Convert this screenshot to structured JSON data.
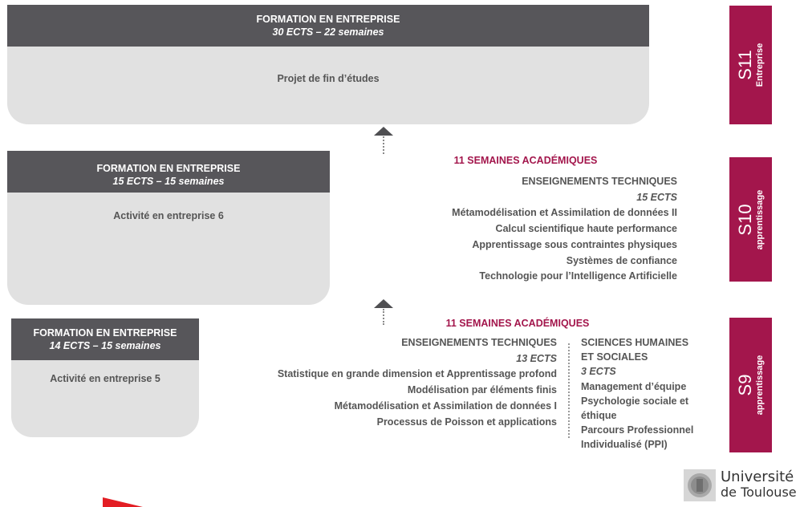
{
  "s11": {
    "header_title": "FORMATION EN ENTREPRISE",
    "header_sub": "30 ECTS – 22 semaines",
    "panel_text": "Projet de fin d’études",
    "sem_code": "S11",
    "sem_sub": "Entreprise"
  },
  "s10": {
    "header_title": "FORMATION EN ENTREPRISE",
    "header_sub": "15 ECTS – 15 semaines",
    "panel_text": "Activité en entreprise 6",
    "weeks": "11 SEMAINES ACADÉMIQUES",
    "tech_title": "ENSEIGNEMENTS TECHNIQUES",
    "tech_ects": "15 ECTS",
    "courses": [
      "Métamodélisation et Assimilation de données II",
      "Calcul scientifique haute performance",
      "Apprentissage sous contraintes physiques",
      "Systèmes de confiance",
      "Technologie pour l’Intelligence Artificielle"
    ],
    "sem_code": "S10",
    "sem_sub": "apprentissage"
  },
  "s9": {
    "header_title": "FORMATION EN ENTREPRISE",
    "header_sub": "14 ECTS – 15 semaines",
    "panel_text": "Activité en entreprise 5",
    "weeks": "11 SEMAINES ACADÉMIQUES",
    "tech_title": "ENSEIGNEMENTS TECHNIQUES",
    "tech_ects": "13 ECTS",
    "courses": [
      "Statistique en grande dimension et Apprentissage profond",
      "Modélisation par éléments finis",
      "Métamodélisation et Assimilation de données I",
      "Processus de Poisson et applications"
    ],
    "shs_title_1": "SCIENCES HUMAINES",
    "shs_title_2": "ET SOCIALES",
    "shs_ects": "3 ECTS",
    "shs_items": [
      "Management d’équipe",
      "Psychologie sociale et",
      "éthique",
      "Parcours Professionnel",
      "Individualisé (PPI)"
    ],
    "sem_code": "S9",
    "sem_sub": "apprentissage"
  },
  "logo": {
    "line1": "Université",
    "line2": "de Toulouse"
  },
  "colors": {
    "semester": "#a3164c",
    "header": "#57565a",
    "panel": "#e1e1e1",
    "accent_red": "#e31e24"
  }
}
